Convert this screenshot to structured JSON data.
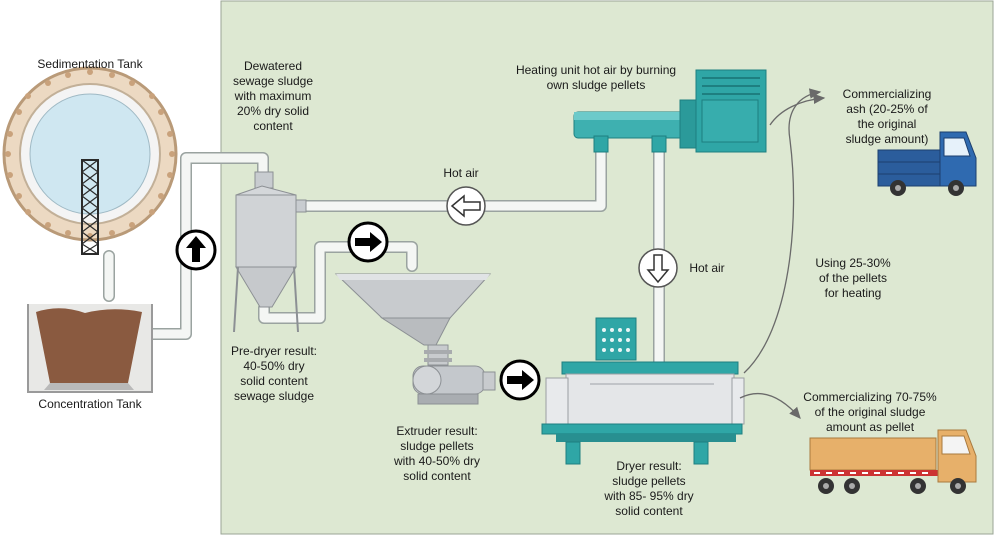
{
  "labels": {
    "sedimentation_tank": "Sedimentation Tank",
    "concentration_tank": "Concentration Tank",
    "dewatered": [
      "Dewatered",
      "sewage sludge",
      "with maximum",
      "20% dry solid",
      "content"
    ],
    "heating_unit": [
      "Heating unit hot air by burning",
      "own sludge pellets"
    ],
    "hot_air_horizontal": "Hot air",
    "hot_air_vertical": "Hot air",
    "ash": [
      "Commercializing",
      "ash (20-25% of",
      "the original",
      "sludge amount)"
    ],
    "pellets_heating": [
      "Using 25-30%",
      "of the pellets",
      "for heating"
    ],
    "predryer": [
      "Pre-dryer result:",
      "40-50% dry",
      "solid content",
      "sewage sludge"
    ],
    "extruder": [
      "Extruder result:",
      "sludge pellets",
      "with 40-50% dry",
      "solid content"
    ],
    "dryer": [
      "Dryer result:",
      "sludge pellets",
      "with 85- 95% dry",
      "solid content"
    ],
    "pellet_sale": [
      "Commercializing 70-75%",
      "of the original sludge",
      "amount as pellet"
    ]
  },
  "colors": {
    "panel": "#dde8d2",
    "teal": "#2fa6a6",
    "teal_dark": "#1e7f80",
    "pipe": "#f4f6f4",
    "steel": "#c4c8cc",
    "sludge": "#8a5a40",
    "water": "#cfe7f1",
    "truck_blue": "#2b5d9c",
    "truck_orange": "#e7b06a"
  }
}
